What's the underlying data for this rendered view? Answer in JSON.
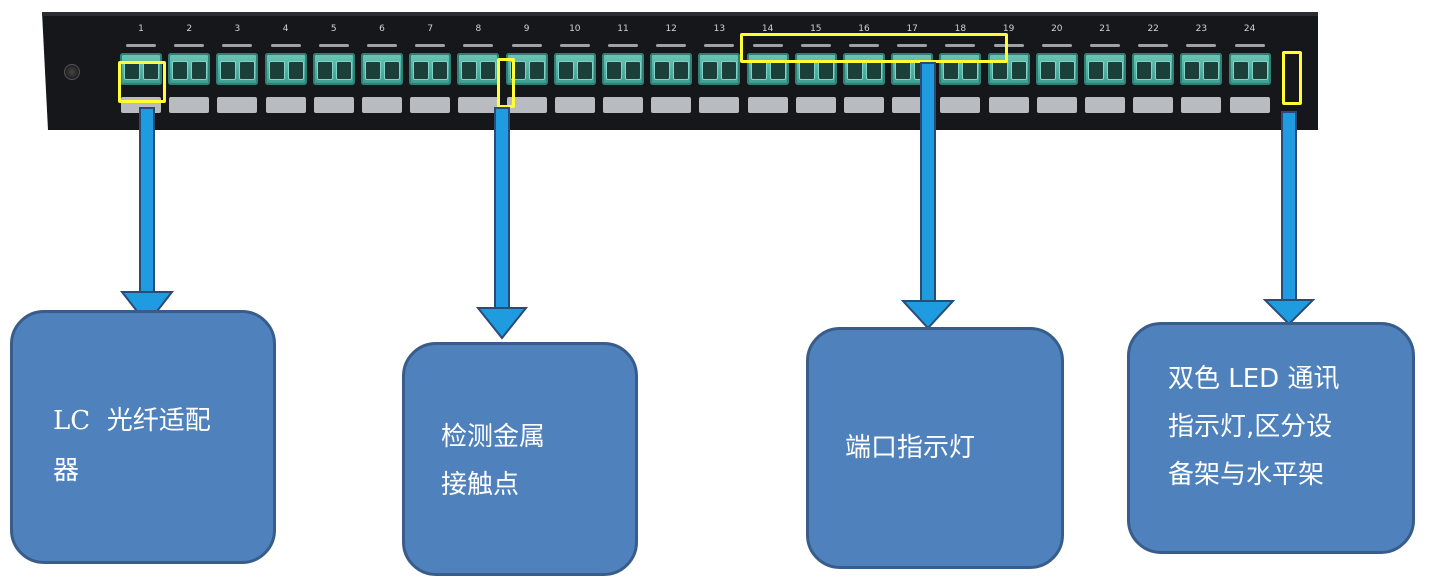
{
  "panel": {
    "port_numbers": [
      "1",
      "2",
      "3",
      "4",
      "5",
      "6",
      "7",
      "8",
      "9",
      "10",
      "11",
      "12",
      "13",
      "14",
      "15",
      "16",
      "17",
      "18",
      "19",
      "20",
      "21",
      "22",
      "23",
      "24"
    ]
  },
  "callouts": [
    {
      "id": "lc-adapter",
      "lines": [
        "LC  光纤适配",
        "器"
      ]
    },
    {
      "id": "detect-contact",
      "lines": [
        "检测金属",
        "接触点"
      ]
    },
    {
      "id": "port-indicator",
      "lines": [
        "端口指示灯"
      ]
    },
    {
      "id": "dual-led",
      "lines": [
        "双色 LED 通讯",
        "指示灯,区分设",
        "备架与水平架"
      ]
    }
  ],
  "colors": {
    "callout_fill": "#4f81bd",
    "callout_border": "#385d8a",
    "arrow_fill": "#1f9be0",
    "arrow_border": "#2c4a78",
    "highlight": "#ffff33",
    "panel": "#121417",
    "adapter": "#4fb3a5"
  }
}
